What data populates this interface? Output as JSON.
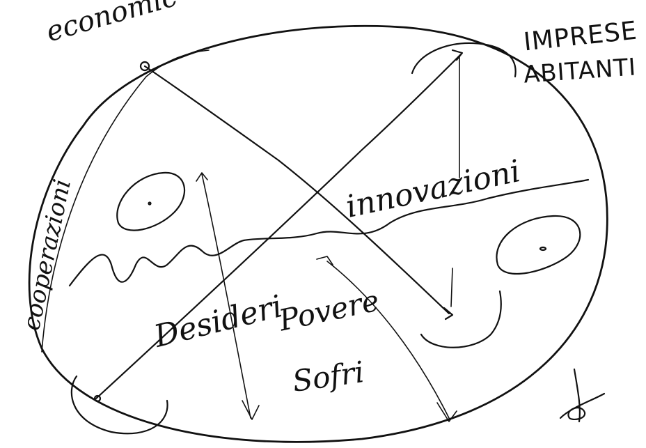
{
  "labels": {
    "top_left_word": "economic",
    "left_vertical_word": "cooperazioni",
    "top_right_line1": "IMPRESE",
    "top_right_line2": "ABITANTI",
    "middle_word": "innovazioni",
    "center_line1": "Desideri",
    "center_line2": "Povere",
    "center_line3": "Sofri"
  },
  "signature": "sign"
}
